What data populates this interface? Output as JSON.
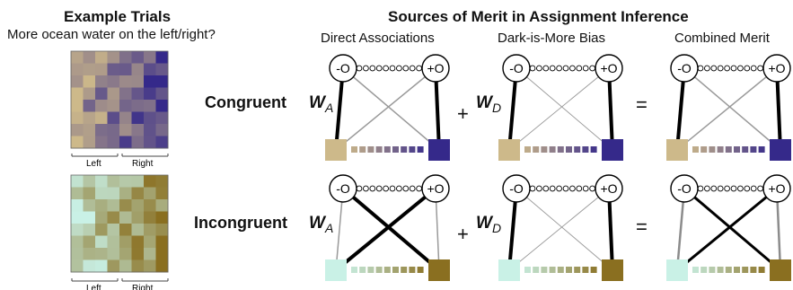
{
  "header": {
    "left_title": "Example Trials",
    "left_subtitle": "More ocean water on the left/right?",
    "right_title": "Sources of Merit in Assignment Inference"
  },
  "columns": [
    "Direct Associations",
    "Dark-is-More Bias",
    "Combined Merit"
  ],
  "rows": [
    {
      "label": "Congruent",
      "weight_a": "W",
      "weight_a_sub": "A",
      "weight_d": "W",
      "weight_d_sub": "D"
    },
    {
      "label": "Incongruent",
      "weight_a": "W",
      "weight_a_sub": "A",
      "weight_d": "W",
      "weight_d_sub": "D"
    }
  ],
  "operators": {
    "plus": "+",
    "equals": "="
  },
  "node_labels": {
    "minus": "-O",
    "plus": "+O"
  },
  "trial_axis": {
    "left": "Left",
    "right": "Right"
  },
  "colors": {
    "congruent_light": "#cdb98a",
    "congruent_dark": "#35298a",
    "incongruent_light": "#c9f1e6",
    "incongruent_dark": "#8a6f20",
    "edge_strong": "#000000",
    "edge_weak": "#9a9a9a"
  }
}
